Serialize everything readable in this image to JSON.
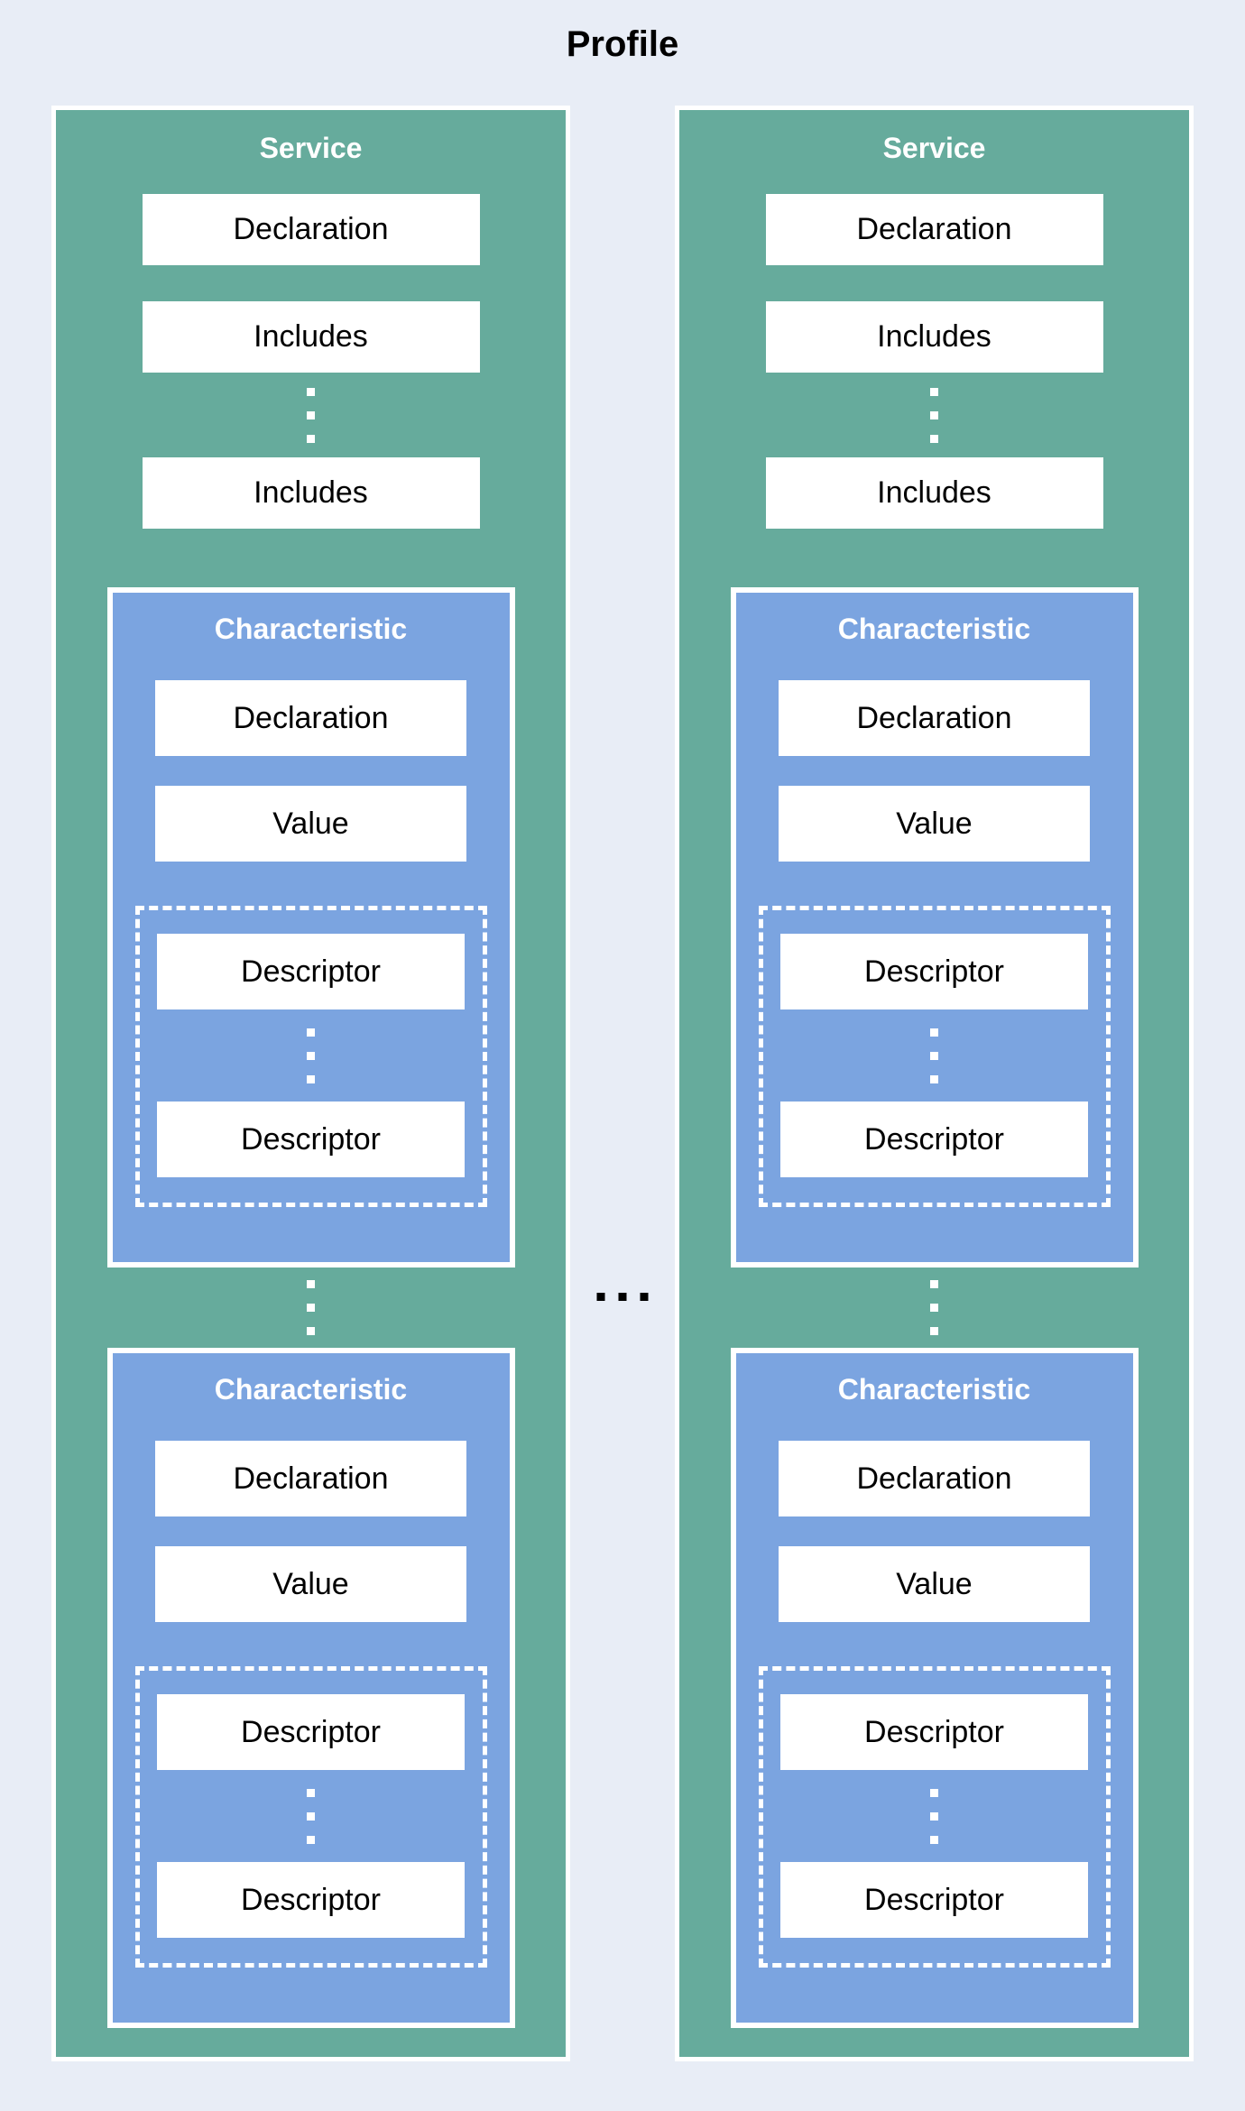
{
  "title": "Profile",
  "colors": {
    "background": "#e8edf6",
    "teal": "#66ab9c",
    "blue": "#7ba4e0",
    "box": "#ffffff",
    "text": "#000000",
    "header_text": "#ffffff"
  },
  "services": [
    {
      "label": "Service",
      "declaration": "Declaration",
      "includes": [
        "Includes",
        "Includes"
      ],
      "characteristics": [
        {
          "label": "Characteristic",
          "declaration": "Declaration",
          "value": "Value",
          "descriptors": [
            "Descriptor",
            "Descriptor"
          ]
        },
        {
          "label": "Characteristic",
          "declaration": "Declaration",
          "value": "Value",
          "descriptors": [
            "Descriptor",
            "Descriptor"
          ]
        }
      ]
    },
    {
      "label": "Service",
      "declaration": "Declaration",
      "includes": [
        "Includes",
        "Includes"
      ],
      "characteristics": [
        {
          "label": "Characteristic",
          "declaration": "Declaration",
          "value": "Value",
          "descriptors": [
            "Descriptor",
            "Descriptor"
          ]
        },
        {
          "label": "Characteristic",
          "declaration": "Declaration",
          "value": "Value",
          "descriptors": [
            "Descriptor",
            "Descriptor"
          ]
        }
      ]
    }
  ]
}
